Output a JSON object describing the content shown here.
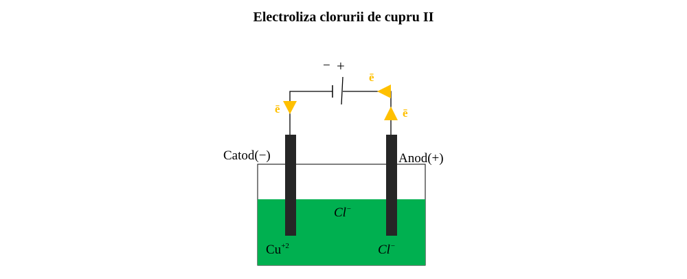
{
  "title": "Electroliza clorurii de cupru II",
  "battery": {
    "minus": "−",
    "plus": "+"
  },
  "electron_symbol": "ē",
  "cathode": {
    "label": "Catod(−)",
    "ion_base": "Cu",
    "ion_charge": "+2"
  },
  "anode": {
    "label": "Anod(+)",
    "ion_base": "Cl",
    "ion_charge": "−"
  },
  "solution": {
    "ion_base": "Cl",
    "ion_charge": "−"
  },
  "colors": {
    "electrolyte": "#00b050",
    "electrode": "#262626",
    "electron_arrow": "#ffc000",
    "wire": "#000000"
  }
}
